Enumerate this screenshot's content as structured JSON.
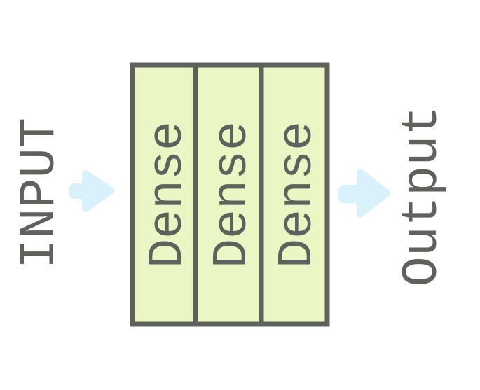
{
  "diagram": {
    "input_label": "INPUT",
    "output_label": "Output",
    "layers": [
      {
        "label": "Dense"
      },
      {
        "label": "Dense"
      },
      {
        "label": "Dense"
      }
    ],
    "colors": {
      "layer_fill": "#eaf7c4",
      "layer_stroke": "#5f625c",
      "text": "#5f625c",
      "arrow": "#d8f1fb"
    }
  }
}
